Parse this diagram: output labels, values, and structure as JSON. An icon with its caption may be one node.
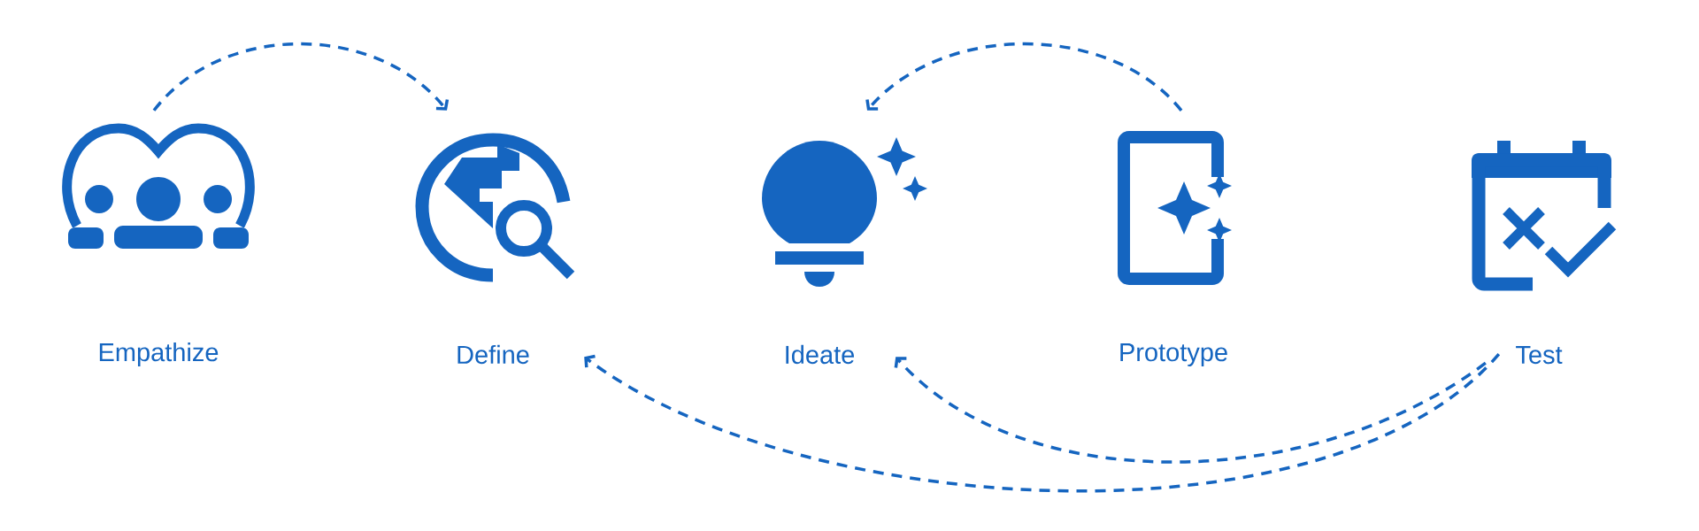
{
  "diagram": {
    "nodes": [
      {
        "text": [
          "Empathize"
        ]
      },
      {
        "text": [
          "Define"
        ]
      },
      {
        "text": [
          "Ideate"
        ]
      },
      {
        "text": [
          "Prototype"
        ]
      },
      {
        "text": [
          "Test"
        ]
      }
    ],
    "edges": [
      {
        "from": 0,
        "to": 1,
        "arrow": "to",
        "style": "dashed"
      },
      {
        "from": 3,
        "to": 2,
        "arrow": "to",
        "style": "dashed"
      },
      {
        "from": 4,
        "to": 1,
        "arrow": "to",
        "style": "dashed"
      },
      {
        "from": 4,
        "to": 2,
        "arrow": "to",
        "style": "dashed"
      }
    ]
  }
}
